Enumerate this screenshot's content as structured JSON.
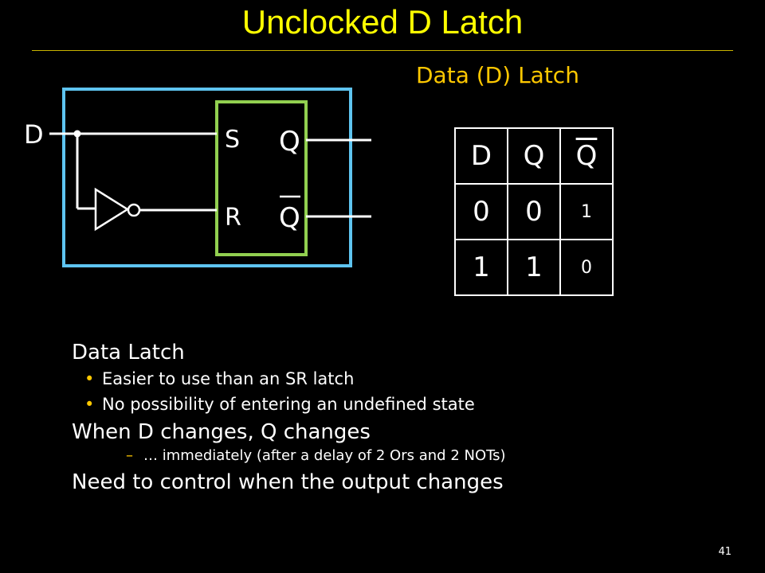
{
  "slide": {
    "title": "Unclocked D Latch",
    "subtitle": "Data (D) Latch",
    "page_number": "41"
  },
  "circuit": {
    "input_label": "D",
    "set_label": "S",
    "reset_label": "R",
    "q_label": "Q",
    "qbar_label": "Q",
    "colors": {
      "outer_box": "#5ec4f0",
      "sr_box": "#92d050",
      "wire": "#ffffff"
    }
  },
  "truth_table": {
    "headers": [
      "D",
      "Q",
      "Q"
    ],
    "rows": [
      [
        "0",
        "0",
        "1"
      ],
      [
        "1",
        "1",
        "0"
      ]
    ]
  },
  "bullets": {
    "heading1": "Data Latch",
    "sub1": "Easier to use than an SR latch",
    "sub2": "No possibility of entering an undefined state",
    "heading2": "When D changes, Q changes",
    "sub3": "… immediately (after a delay of 2 Ors and 2 NOTs)",
    "heading3": "Need to control when the output changes",
    "bullet_glyph": "•",
    "dash_glyph": "–",
    "accent_color": "#ffc800"
  }
}
